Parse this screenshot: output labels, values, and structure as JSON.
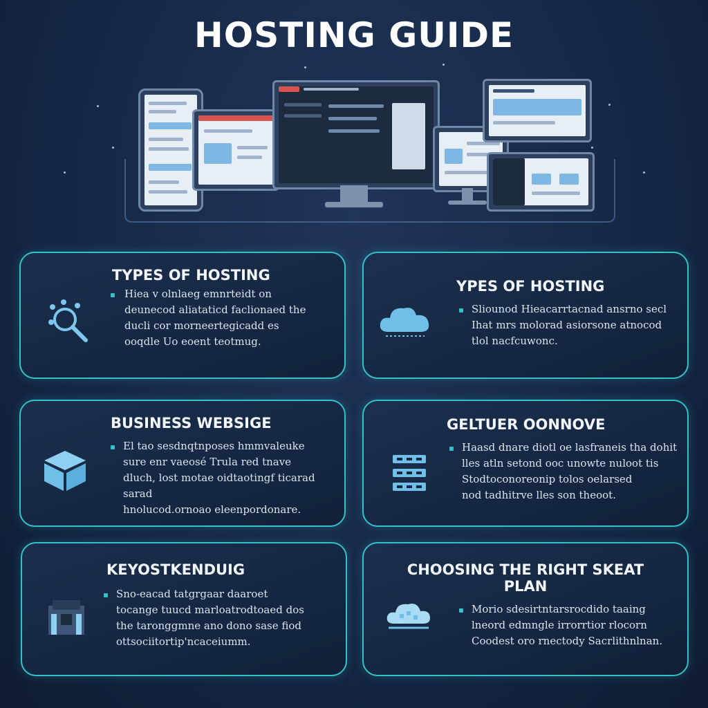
{
  "page": {
    "title": "HOSTING GUIDE"
  },
  "cards": [
    {
      "title": "TYPES OF HOSTING",
      "icon": "search-network-icon",
      "lines": [
        "Hiea v olnlaeg emnrteidt on",
        "deunecod aliataticd faclionaed the",
        "ducli cor morneertegicadd es",
        "ooqdle Uo eoent teotmug."
      ]
    },
    {
      "title": "YPES OF HOSTING",
      "icon": "cloud-icon",
      "lines": [
        "Sliounod Hieacarrtacnad ansrno secl",
        "Ihat mrs molorad asiorsone atnocod",
        "tlol nacfcuwonc."
      ]
    },
    {
      "title": "BUSINESS WEBSIGE",
      "icon": "box-icon",
      "lines": [
        "El tao sesdnqtnposes hmmvaleuke",
        "sure enr vaeosé Trula red tnave",
        "dluch, lost motae oidtaotingf ticarad sarad",
        "hnolucod.ornoao eleenpordonare."
      ]
    },
    {
      "title": "GELTUER OONNOVE",
      "icon": "server-rack-icon",
      "lines": [
        "Haasd dnare diotl oe lasfraneis tha dohit",
        "lles atln setond ooc unowte nuloot tis",
        "Stodtoconoreonip tolos oelarsed",
        "nod tadhitrve lles son theoot."
      ]
    },
    {
      "title": "KEYOSTKENDUIG",
      "icon": "building-icon",
      "lines": [
        "Sno-eacad tatgrgaar daaroet",
        "tocange tuucd marloatrodtoaed dos",
        "the taronggmne ano dono sase fiod",
        "ottsociitortip'ncaceiumm."
      ]
    },
    {
      "title": "CHOOSING THE RIGHT SKEAT PLAN",
      "icon": "cloud-server-icon",
      "lines": [
        "Morio sdesirtntarsrocdido taaing",
        "lneord edmngle irrorrtior rlocorn",
        "Coodest oro rnectody Sacrlithnlnan."
      ]
    }
  ]
}
